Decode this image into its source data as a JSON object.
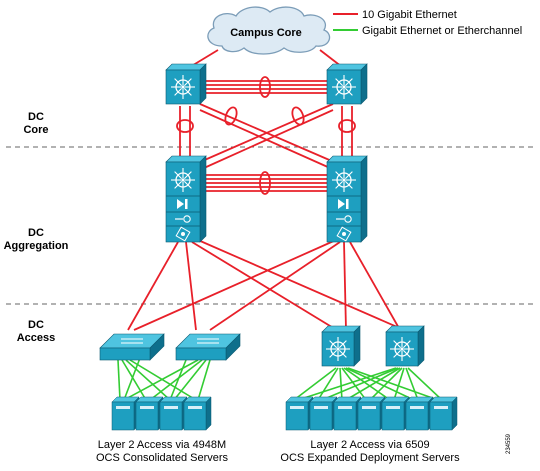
{
  "legend": {
    "items": [
      {
        "label": "10 Gigabit Ethernet",
        "color": "#e8202a"
      },
      {
        "label": "Gigabit Ethernet or Etherchannel",
        "color": "#33cc33"
      }
    ]
  },
  "cloud": {
    "label": "Campus Core"
  },
  "layers": {
    "core": [
      "DC",
      "Core"
    ],
    "aggregation": [
      "DC",
      "Aggregation"
    ],
    "access": [
      "DC",
      "Access"
    ]
  },
  "captions": {
    "left": [
      "Layer 2 Access via 4948M",
      "OCS Consolidated Servers"
    ],
    "right": [
      "Layer 2 Access via 6509",
      "OCS Expanded Deployment Servers"
    ]
  },
  "figure_id": "234559",
  "colors": {
    "device": "#1e9fc0",
    "device_light": "#4fc4e0",
    "device_dark": "#0e6f8c",
    "server": "#1e9fc0",
    "red": "#e8202a",
    "green": "#33cc33",
    "divider": "#666666"
  },
  "icons": [
    "cloud-icon",
    "layer3-switch-icon",
    "firewall-module-icon",
    "load-balancer-module-icon",
    "ssl-module-icon",
    "layer2-switch-icon",
    "server-icon"
  ]
}
